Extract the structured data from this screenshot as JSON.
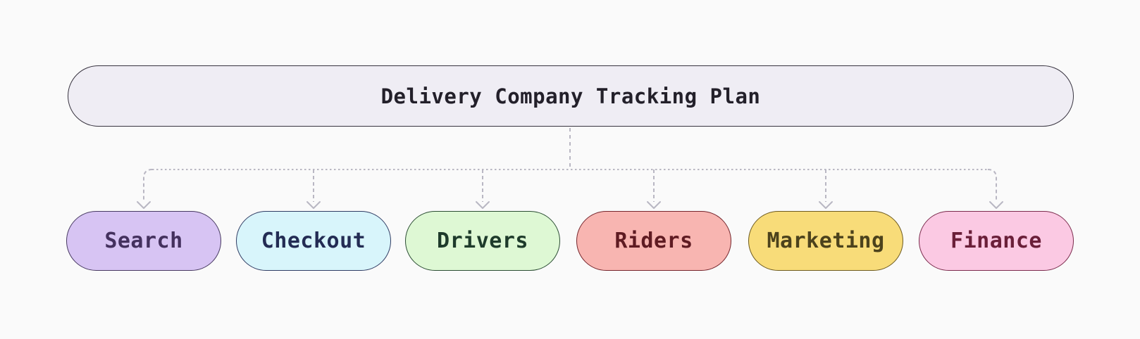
{
  "diagram": {
    "title": "Delivery Company Tracking Plan",
    "children": [
      {
        "label": "Search",
        "fill": "#d7c4f3",
        "border": "#473961",
        "text": "#44315e"
      },
      {
        "label": "Checkout",
        "fill": "#d8f5fb",
        "border": "#2f3c63",
        "text": "#232c54"
      },
      {
        "label": "Drivers",
        "fill": "#def8d4",
        "border": "#2b4d33",
        "text": "#1e3b2b"
      },
      {
        "label": "Riders",
        "fill": "#f8b5b1",
        "border": "#75252c",
        "text": "#5f1b22"
      },
      {
        "label": "Marketing",
        "fill": "#f8dc79",
        "border": "#6d5a1f",
        "text": "#4c421c"
      },
      {
        "label": "Finance",
        "fill": "#fbc9e3",
        "border": "#7b2b4d",
        "text": "#6a1f39"
      }
    ],
    "colors": {
      "background": "#fafafa",
      "title_fill": "#efedf4",
      "title_border": "#37333f",
      "title_text": "#23202a",
      "connector": "#b9b7c3"
    }
  }
}
